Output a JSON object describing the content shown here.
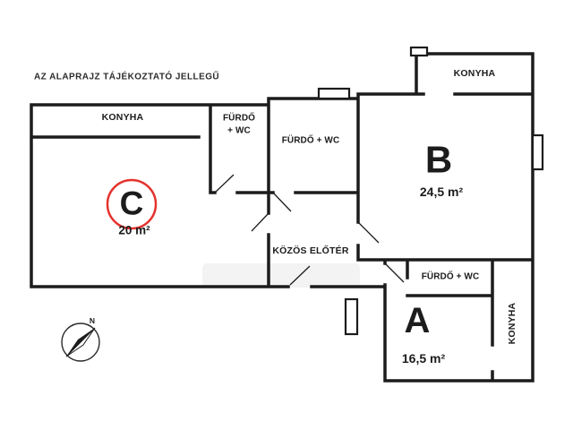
{
  "disclaimer": "AZ ALAPRAJZ TÁJÉKOZTATÓ JELLEGŰ",
  "units": {
    "c": {
      "letter": "C",
      "area": "20 m²",
      "kitchen_label": "KONYHA",
      "bathroom_line1": "FÜRDŐ",
      "bathroom_line2": "+ WC"
    },
    "b": {
      "letter": "B",
      "area": "24,5 m²",
      "kitchen_label": "KONYHA",
      "bathroom_label": "FÜRDŐ + WC"
    },
    "a": {
      "letter": "A",
      "area": "16,5 m²",
      "kitchen_label": "KONYHA",
      "bathroom_label": "FÜRDŐ + WC"
    }
  },
  "common_area": {
    "hall_label": "KÖZÖS ELŐTÉR"
  },
  "compass": {
    "north_label": "N"
  },
  "colors": {
    "wall": "#1c1c1c",
    "unit_c_circle": "#e5322d"
  }
}
